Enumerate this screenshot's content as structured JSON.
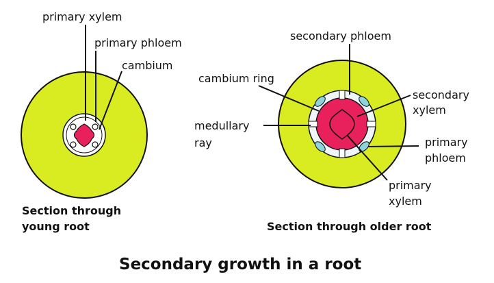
{
  "colors": {
    "cortex": "#d9ec22",
    "xylem": "#e8205c",
    "phloem_ring": "#eef6f8",
    "phloem_patch": "#8fd4dc",
    "line": "#111111"
  },
  "young_root": {
    "labels": {
      "primary_xylem": "primary xylem",
      "primary_phloem": "primary phloem",
      "cambium": "cambium"
    },
    "caption_line1": "Section through",
    "caption_line2": "young root"
  },
  "older_root": {
    "labels": {
      "secondary_phloem": "secondary phloem",
      "cambium_ring": "cambium ring",
      "medullary_ray_1": "medullary",
      "medullary_ray_2": "ray",
      "secondary_xylem_1": "secondary",
      "secondary_xylem_2": "xylem",
      "primary_phloem_1": "primary",
      "primary_phloem_2": "phloem",
      "primary_xylem_1": "primary",
      "primary_xylem_2": "xylem"
    },
    "caption": "Section through older root"
  },
  "title": "Secondary growth in a root"
}
